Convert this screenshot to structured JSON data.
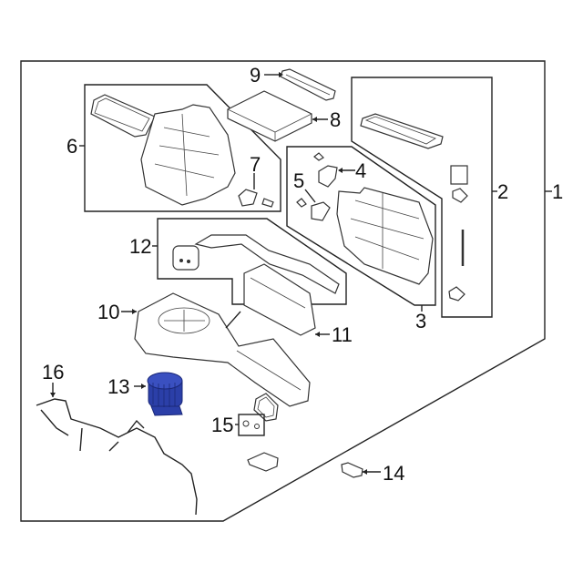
{
  "diagram": {
    "title": "HVAC Heater & Blower Assembly Parts Diagram",
    "highlight_color": "#2b3fa8",
    "callouts": [
      {
        "number": "1",
        "part": "hvac-case-assembly"
      },
      {
        "number": "2",
        "part": "seal-kit"
      },
      {
        "number": "3",
        "part": "heater-core-case"
      },
      {
        "number": "4",
        "part": "actuator-upper"
      },
      {
        "number": "5",
        "part": "actuator-lower"
      },
      {
        "number": "6",
        "part": "evaporator-case"
      },
      {
        "number": "7",
        "part": "mode-actuator"
      },
      {
        "number": "8",
        "part": "cabin-air-filter"
      },
      {
        "number": "9",
        "part": "filter-cover"
      },
      {
        "number": "10",
        "part": "blower-housing"
      },
      {
        "number": "11",
        "part": "heater-core"
      },
      {
        "number": "12",
        "part": "expansion-valve-kit"
      },
      {
        "number": "13",
        "part": "blower-motor",
        "highlighted": true
      },
      {
        "number": "14",
        "part": "temperature-sensor"
      },
      {
        "number": "15",
        "part": "seal-set"
      },
      {
        "number": "16",
        "part": "wiring-harness"
      }
    ]
  }
}
